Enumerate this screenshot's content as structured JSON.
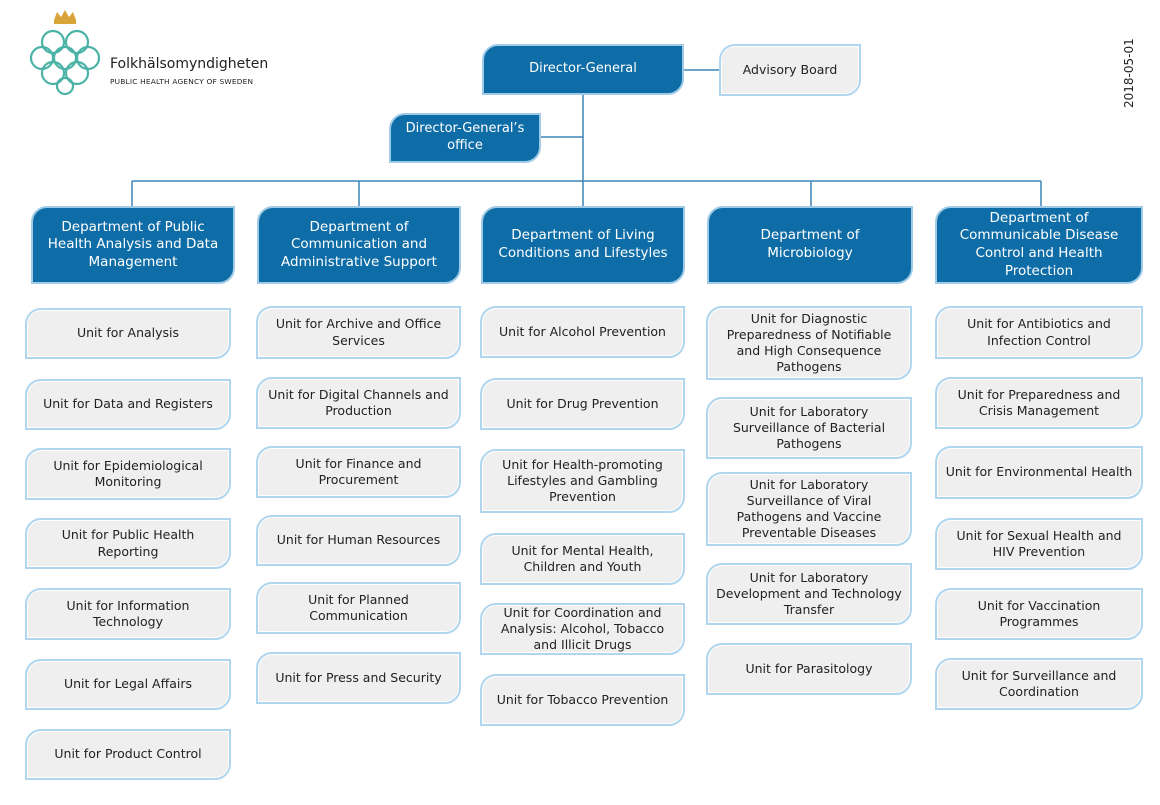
{
  "logo": {
    "name": "Folkhälsomyndigheten",
    "subtitle": "PUBLIC HEALTH AGENCY OF SWEDEN",
    "colors": {
      "emblem": "#4bb3a6",
      "crown": "#d9a53a"
    }
  },
  "date": "2018-05-01",
  "colors": {
    "dark_box": "#0e6da6",
    "light_box": "#efefef",
    "border": "#b0d6ef",
    "line": "#3d85b8"
  },
  "top": {
    "director_general": "Director-General",
    "advisory_board": "Advisory Board",
    "dg_office": "Director-General’s office"
  },
  "departments": [
    {
      "name": "Department of Public Health Analysis and Data Management",
      "units": [
        "Unit for Analysis",
        "Unit for Data and Registers",
        "Unit for Epidemiological Monitoring",
        "Unit for Public Health Reporting",
        "Unit for Information Technology",
        "Unit for Legal Affairs",
        "Unit for Product Control"
      ]
    },
    {
      "name": "Department of Communication and Administrative Support",
      "units": [
        "Unit for Archive and Office Services",
        "Unit for Digital Channels and Production",
        "Unit for Finance and Procurement",
        "Unit for Human Resources",
        "Unit for Planned Communication",
        "Unit for Press and Security"
      ]
    },
    {
      "name": "Department of Living Conditions and Lifestyles",
      "units": [
        "Unit for Alcohol Prevention",
        "Unit for Drug Prevention",
        "Unit for Health-promoting Lifestyles and Gambling Prevention",
        "Unit for Mental Health, Children and Youth",
        "Unit for Coordination and Analysis: Alcohol, Tobacco and Illicit Drugs",
        "Unit for Tobacco Prevention"
      ]
    },
    {
      "name": "Department of Microbiology",
      "units": [
        "Unit for Diagnostic Preparedness of Notifiable and High Consequence Pathogens",
        "Unit for Laboratory Surveillance of Bacterial Pathogens",
        "Unit for Laboratory Surveillance of Viral Pathogens and Vaccine Preventable Diseases",
        "Unit for Laboratory Development and Technology Transfer",
        "Unit for Parasitology"
      ]
    },
    {
      "name": "Department of Communicable Disease Control and Health Protection",
      "units": [
        "Unit for Antibiotics and Infection Control",
        "Unit for Preparedness and Crisis Management",
        "Unit for Environmental Health",
        "Unit for Sexual Health and HIV Prevention",
        "Unit for Vaccination Programmes",
        "Unit for Surveillance and Coordination"
      ]
    }
  ]
}
